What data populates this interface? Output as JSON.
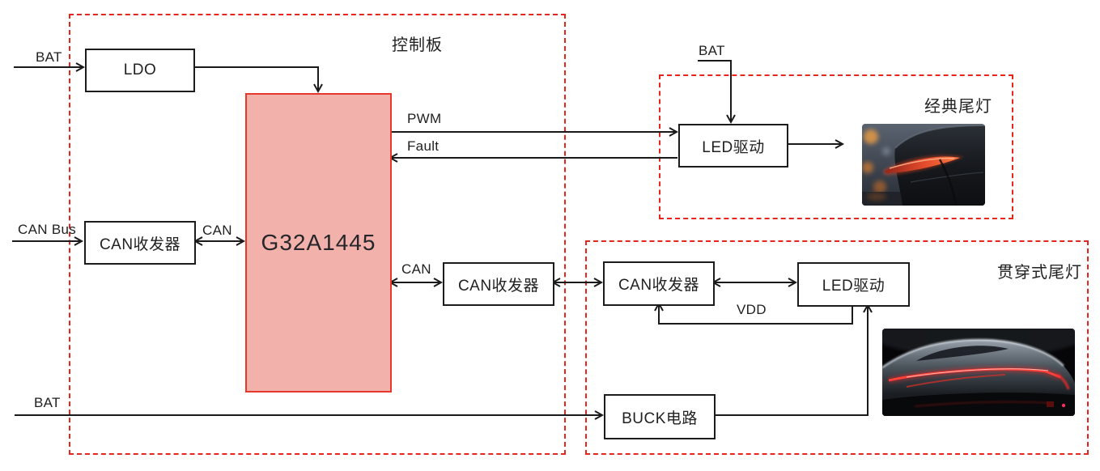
{
  "groups": {
    "control_board": {
      "label": "控制板"
    },
    "classic_taillight": {
      "label": "经典尾灯"
    },
    "through_taillight": {
      "label": "贯穿式尾灯"
    }
  },
  "blocks": {
    "ldo": {
      "label": "LDO"
    },
    "mcu": {
      "label": "G32A1445"
    },
    "can_transceiver_main": {
      "label": "CAN收发器"
    },
    "can_transceiver_board": {
      "label": "CAN收发器"
    },
    "can_transceiver_light": {
      "label": "CAN收发器"
    },
    "led_driver_classic": {
      "label": "LED驱动"
    },
    "led_driver_through": {
      "label": "LED驱动"
    },
    "buck": {
      "label": "BUCK电路"
    }
  },
  "signals": {
    "bat_ldo": {
      "label": "BAT"
    },
    "can_bus": {
      "label": "CAN Bus"
    },
    "can_mcu_left": {
      "label": "CAN"
    },
    "pwm": {
      "label": "PWM"
    },
    "fault": {
      "label": "Fault"
    },
    "can_mcu_right": {
      "label": "CAN"
    },
    "bat_classic": {
      "label": "BAT"
    },
    "vdd": {
      "label": "VDD"
    },
    "bat_buck": {
      "label": "BAT"
    }
  },
  "photos": {
    "classic": {
      "alt": "经典尾灯照片"
    },
    "through": {
      "alt": "贯穿式尾灯照片"
    }
  },
  "colors": {
    "group_dashed_border": "#e8251d",
    "mcu_fill": "#f2b1aa",
    "mcu_border": "#e8382c",
    "wire": "#1a1a1a",
    "taillight_red": "#ff4433"
  }
}
